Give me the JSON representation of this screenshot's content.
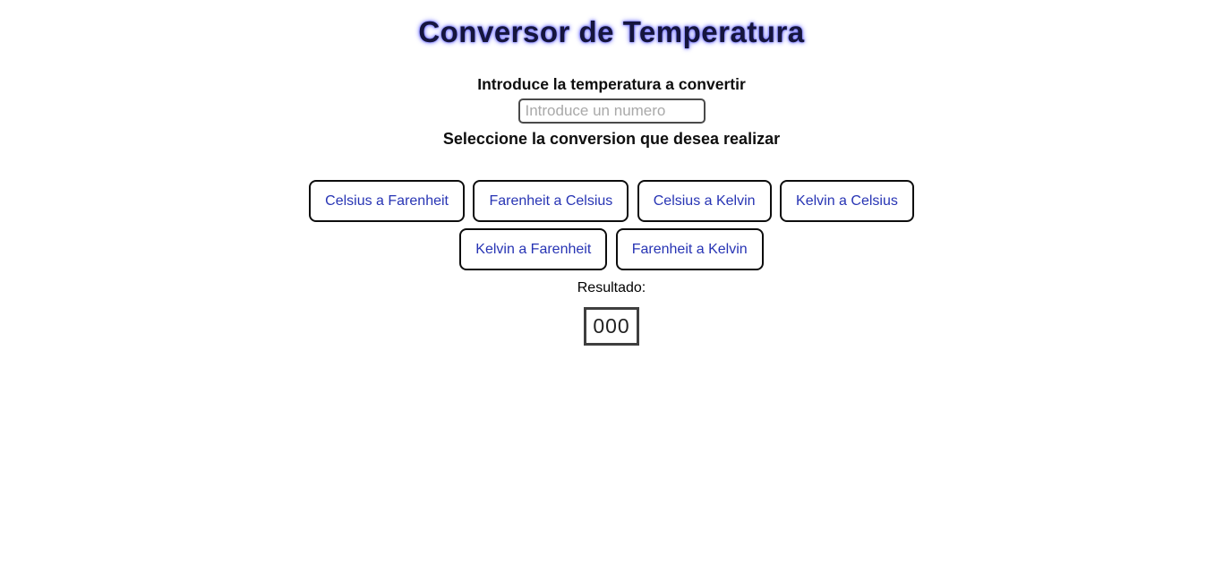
{
  "title": "Conversor de Temperatura",
  "input_section": {
    "heading": "Introduce la temperatura a convertir",
    "placeholder": "Introduce un numero",
    "value": ""
  },
  "selection_heading": "Seleccione la conversion que desea realizar",
  "buttons": {
    "row1": [
      {
        "label": "Celsius a Farenheit"
      },
      {
        "label": "Farenheit a Celsius"
      },
      {
        "label": "Celsius a Kelvin"
      },
      {
        "label": "Kelvin a Celsius"
      }
    ],
    "row2": [
      {
        "label": "Kelvin a Farenheit"
      },
      {
        "label": "Farenheit a Kelvin"
      }
    ]
  },
  "result": {
    "label": "Resultado:",
    "value": "000"
  },
  "colors": {
    "title_text": "#15153d",
    "title_glow": "#8d8dff",
    "button_text": "#2734b4",
    "button_border": "#0d0d0d",
    "input_border": "#4a4a4a",
    "placeholder_text": "#a9a9a9",
    "result_border": "#3f3f3f",
    "result_text": "#222222",
    "background": "#ffffff"
  }
}
